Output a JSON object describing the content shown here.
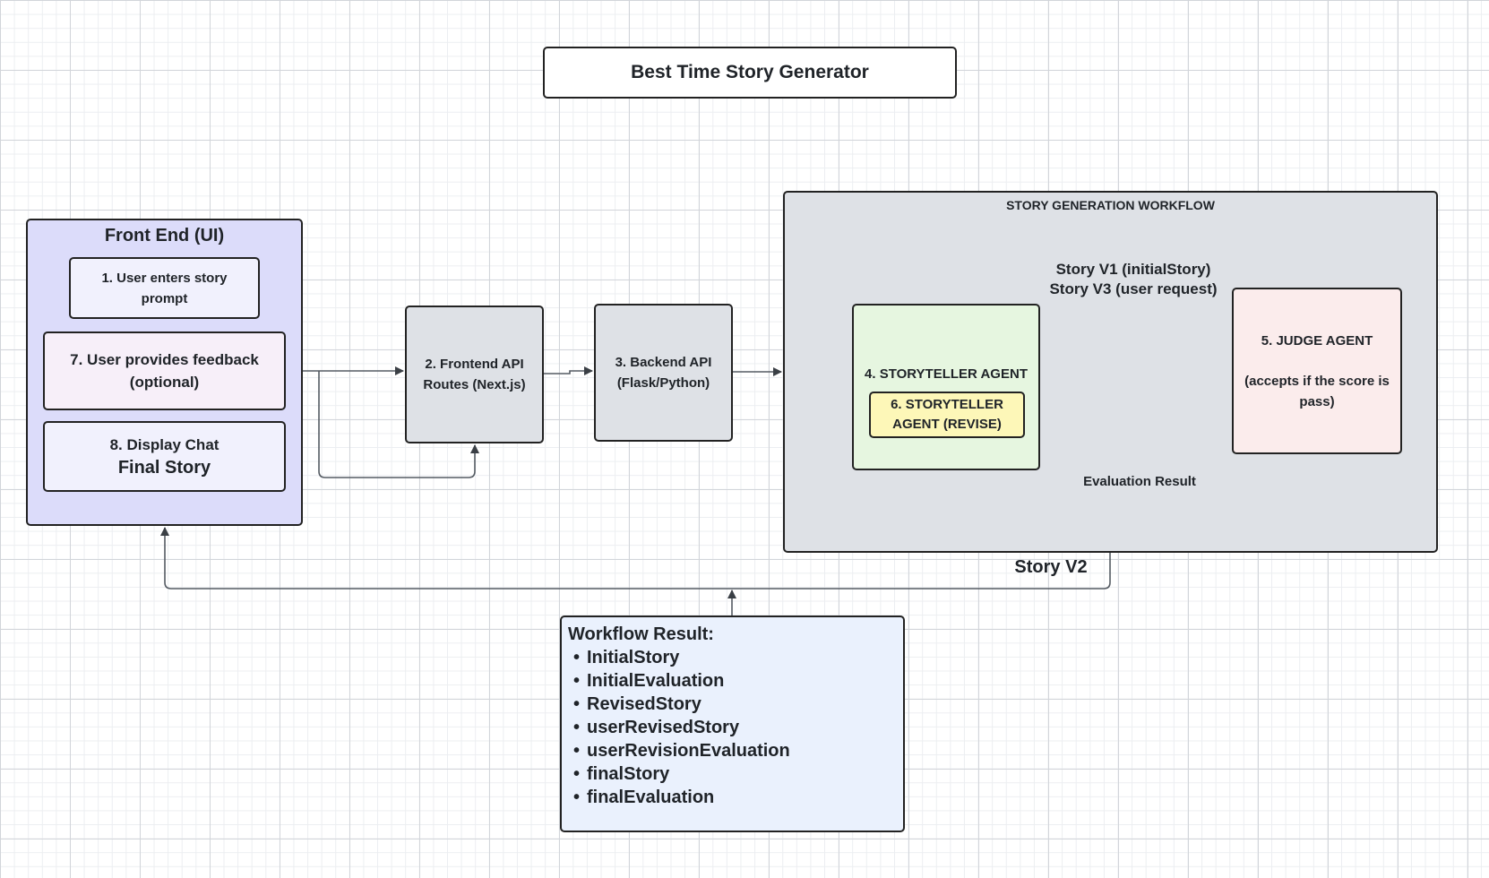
{
  "diagram": {
    "title": "Best Time Story Generator",
    "frontend": {
      "title": "Front End (UI)",
      "step1": "1. User enters story prompt",
      "step7": "7. User provides feedback (optional)",
      "step8_line1": "8. Display Chat",
      "step8_line2": "Final Story"
    },
    "frontend_api": "2. Frontend API Routes (Next.js)",
    "backend_api": "3. Backend API (Flask/Python)",
    "workflow": {
      "title": "STORY GENERATION WORKFLOW",
      "storyteller": "4. STORYTELLER AGENT",
      "storyteller_revise": "6. STORYTELLER AGENT (REVISE)",
      "judge_title": "5. JUDGE AGENT",
      "judge_note": "(accepts if the score is pass)",
      "edge_v1": "Story V1 (initialStory)",
      "edge_v3": "Story V3 (user request)",
      "edge_eval": "Evaluation Result"
    },
    "story_v2": "Story V2",
    "workflow_result": {
      "heading": "Workflow Result:",
      "items": [
        "InitialStory",
        "InitialEvaluation",
        "RevisedStory",
        "userRevisedStory",
        "userRevisionEvaluation",
        "finalStory",
        "finalEvaluation"
      ]
    },
    "colors": {
      "frontend_container": "#dcdcfa",
      "frontend_step": "#f1f1fd",
      "feedback_step": "#f7eff9",
      "api_box": "#dee1e6",
      "workflow_container": "#dee1e6",
      "storyteller": "#e6f6e0",
      "storyteller_revise": "#fdf7b8",
      "judge": "#fbecec",
      "workflow_result": "#eaf1fd",
      "connector": "#555b63"
    }
  }
}
